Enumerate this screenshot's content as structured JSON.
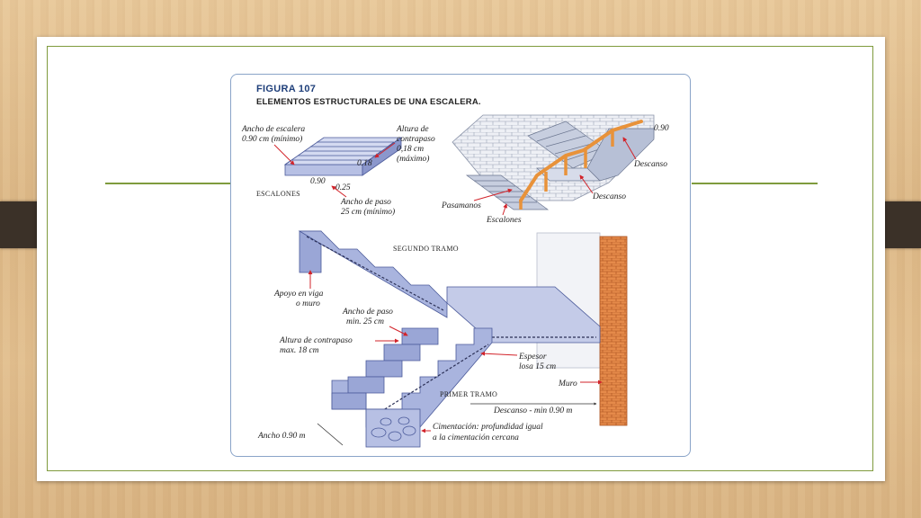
{
  "figure": {
    "number": "FIGURA 107",
    "title": "ELEMENTOS ESTRUCTURALES DE UNA ESCALERA."
  },
  "small_steps": {
    "ancho_escalera_1": "Ancho de escalera",
    "ancho_escalera_2": "0.90 cm (mínimo)",
    "altura_1": "Altura de",
    "altura_2": "contrapaso",
    "altura_3": "0,18 cm",
    "altura_4": "(máximo)",
    "dim_width": "0.90",
    "dim_height": "0.18",
    "dim_tread": "0.25",
    "caption": "ESCALONES",
    "ancho_paso_1": "Ancho de paso",
    "ancho_paso_2": "25 cm (mínimo)"
  },
  "brick_stair": {
    "dim": "0.90",
    "descanso_top": "Descanso",
    "descanso_mid": "Descanso",
    "pasamanos": "Pasamanos",
    "escalones": "Escalones"
  },
  "section": {
    "segundo_tramo": "SEGUNDO TRAMO",
    "apoyo_1": "Apoyo en viga",
    "apoyo_2": "o muro",
    "ancho_paso_1": "Ancho de paso",
    "ancho_paso_2": "min. 25 cm",
    "altura_1": "Altura de contrapaso",
    "altura_2": "max. 18 cm",
    "espesor_1": "Espesor",
    "espesor_2": "losa 15 cm",
    "muro": "Muro",
    "primer_tramo": "PRIMER TRAMO",
    "descanso": "Descanso - min 0.90 m",
    "cimentacion_1": "Cimentación: profundidad igual",
    "cimentacion_2": "a la cimentación cercana",
    "ancho": "Ancho 0.90 m"
  },
  "colors": {
    "frame_green": "#7f9b3d",
    "title_blue": "#1f3f7a",
    "step_fill": "#a9b4de",
    "step_dark": "#7482bf",
    "brick": "#e07a3a",
    "rail": "#e8923a",
    "arrow_red": "#d2232a"
  }
}
